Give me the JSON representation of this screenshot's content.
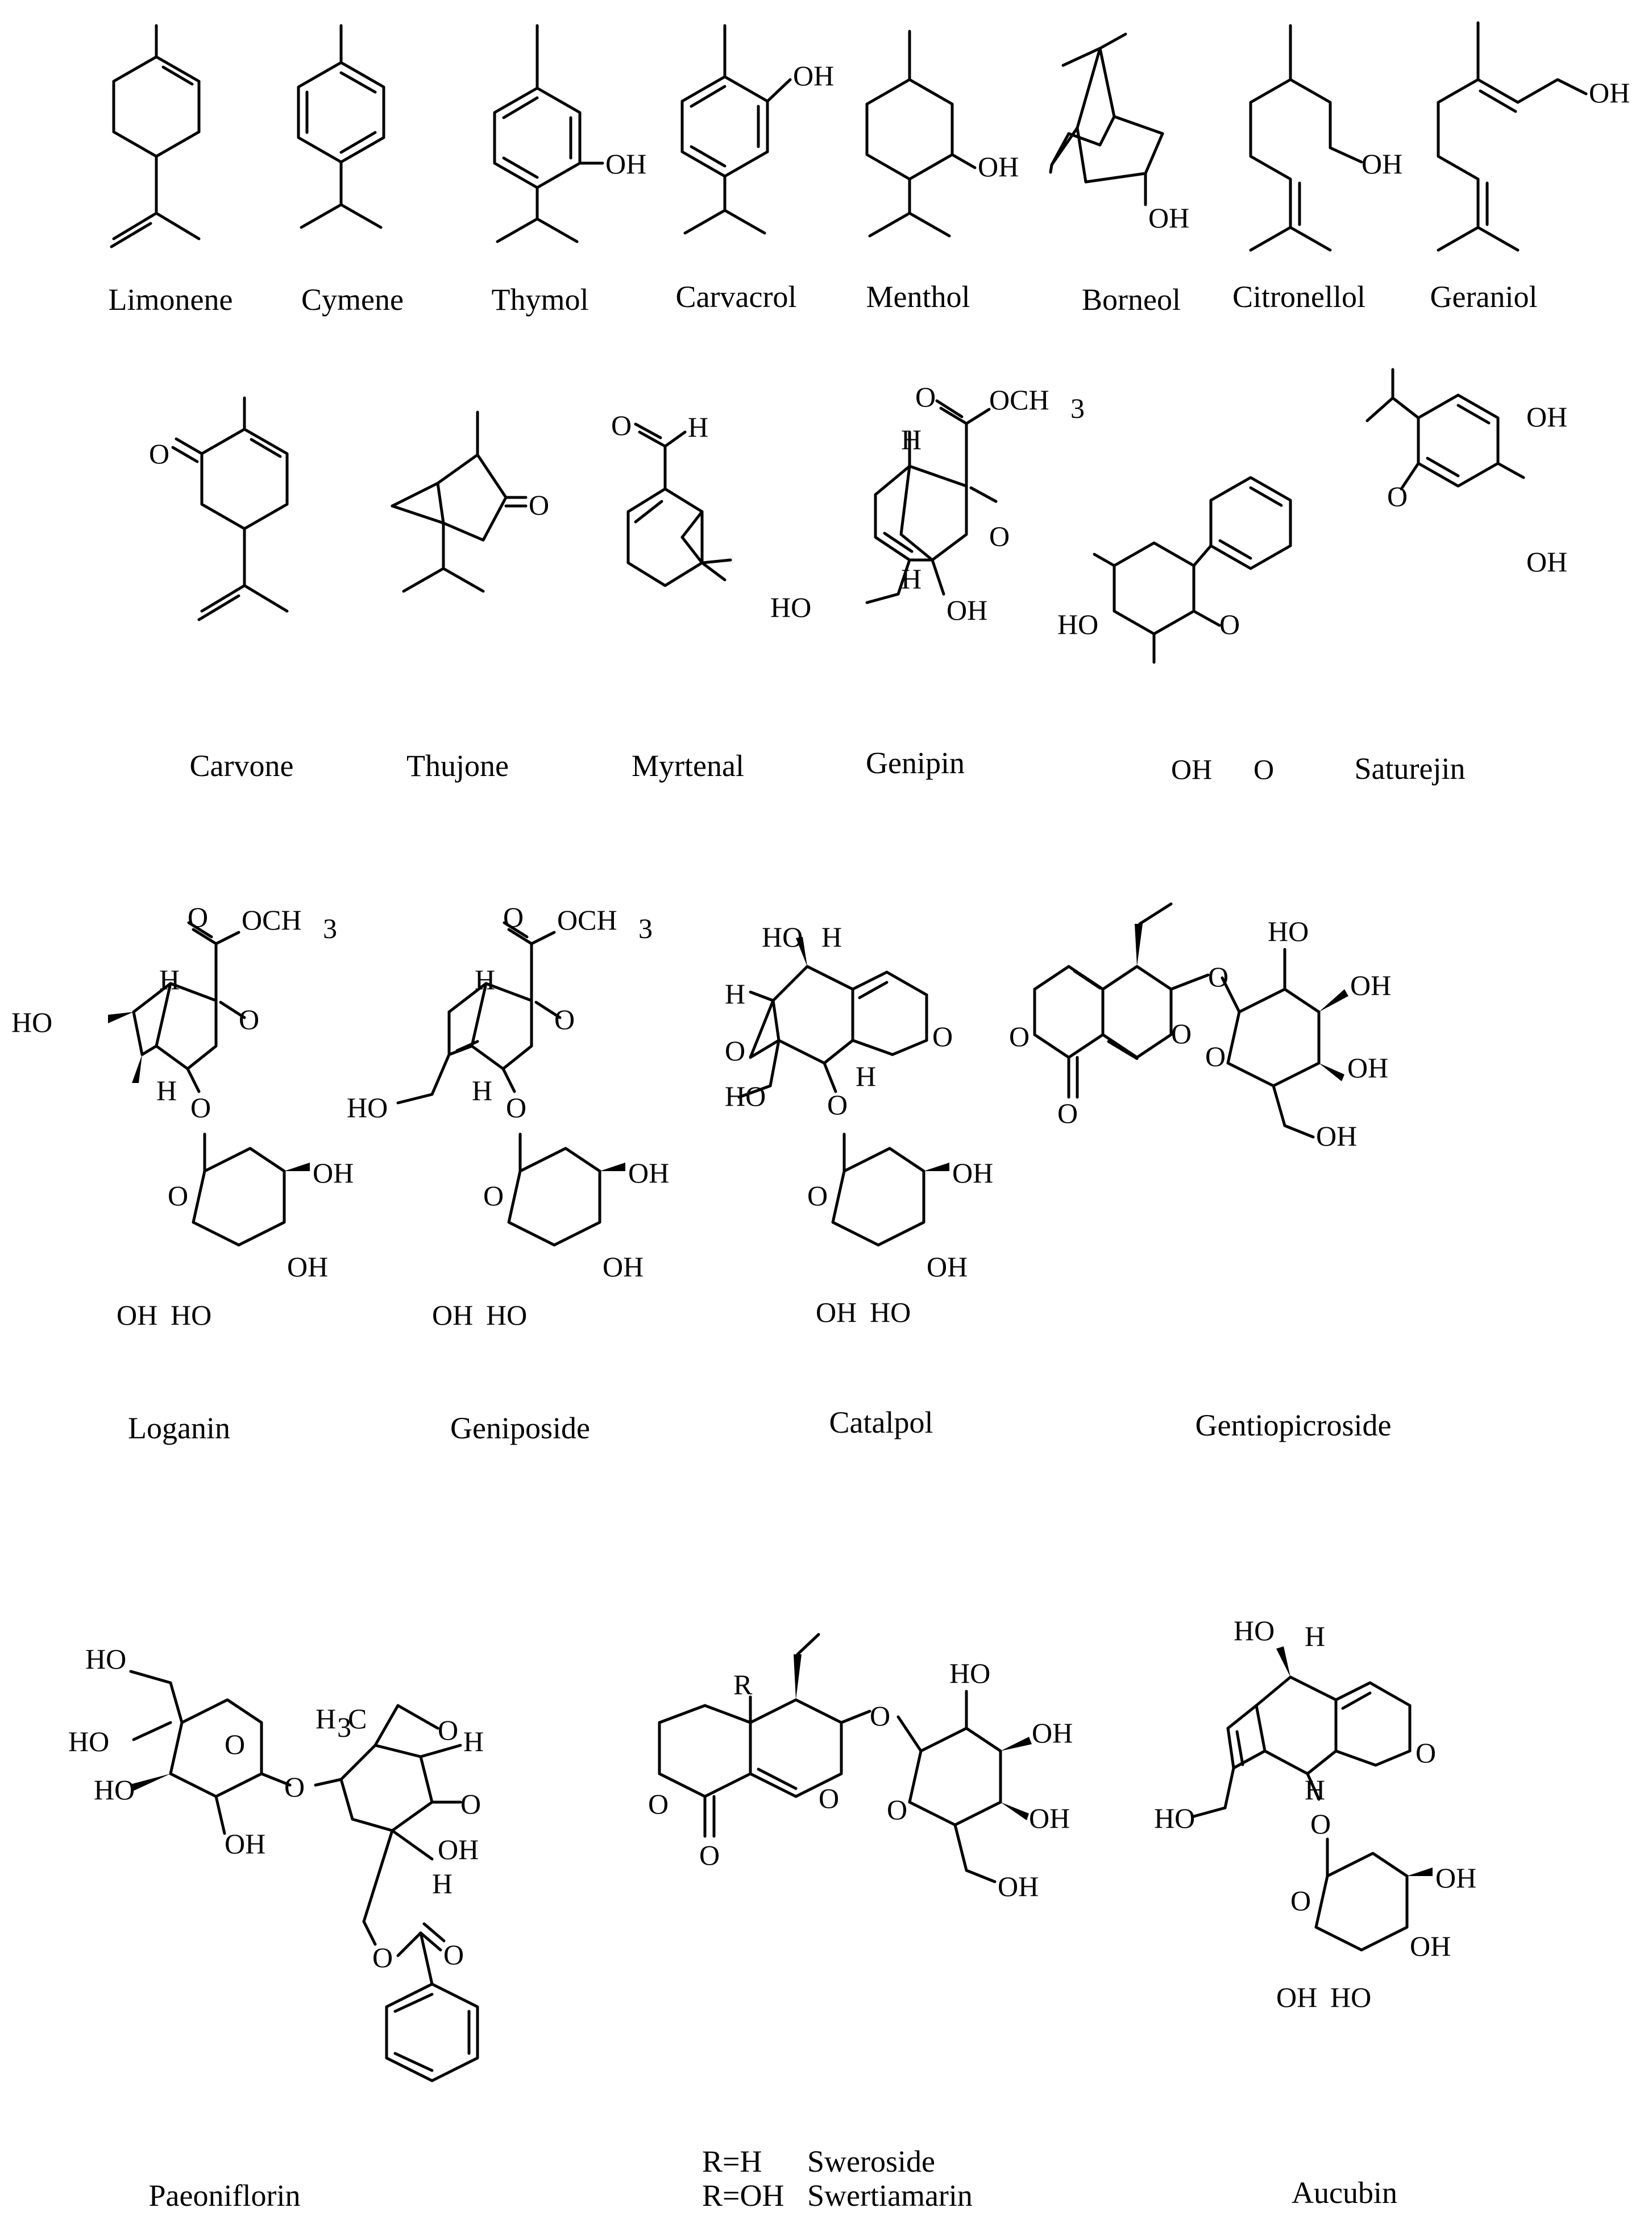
{
  "compounds": [
    {
      "name": "Limonene"
    },
    {
      "name": "Cymene"
    },
    {
      "name": "Thymol"
    },
    {
      "name": "Carvacrol"
    },
    {
      "name": "Menthol"
    },
    {
      "name": "Borneol"
    },
    {
      "name": "Citronellol"
    },
    {
      "name": "Geraniol"
    },
    {
      "name": "Carvone"
    },
    {
      "name": "Thujone"
    },
    {
      "name": "Myrtenal"
    },
    {
      "name": "Genipin"
    },
    {
      "name": "Saturejin"
    },
    {
      "name": "Loganin"
    },
    {
      "name": "Geniposide"
    },
    {
      "name": "Catalpol"
    },
    {
      "name": "Gentiopicroside"
    },
    {
      "name": "Paeoniflorin"
    },
    {
      "name": "Aucubin"
    }
  ],
  "sweroside_legend": [
    {
      "r": "R=H",
      "name": "Sweroside"
    },
    {
      "r": "R=OH",
      "name": "Swertiamarin"
    }
  ],
  "atoms": {
    "oh": "OH",
    "ho": "HO",
    "o": "O",
    "h": "H",
    "r": "R",
    "och3": "OCH",
    "h3c": "H",
    "sub3": "3",
    "c": "C"
  }
}
